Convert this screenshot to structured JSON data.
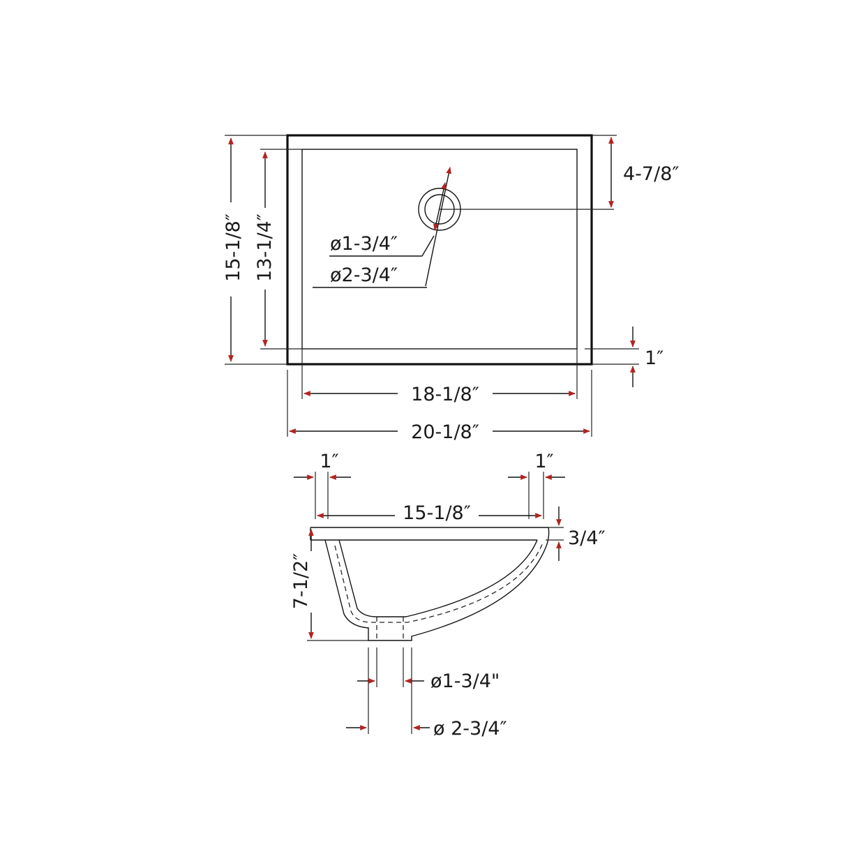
{
  "accent_color": "#b4231f",
  "top_view": {
    "overall_width": "20-1/8″",
    "basin_width": "18-1/8″",
    "overall_depth": "15-1/8″",
    "basin_depth": "13-1/4″",
    "drain_offset": "4-7/8″",
    "rim_front": "1″",
    "drain_inner_dia": "ø1-3/4″",
    "drain_outer_dia": "ø2-3/4″"
  },
  "section_view": {
    "rim_left": "1″",
    "rim_right": "1″",
    "top_opening": "15-1/8″",
    "rim_thickness": "3/4″",
    "bowl_depth": "7-1/2″",
    "outlet_inner_dia": "ø1-3/4\"",
    "outlet_outer_dia": "ø 2-3/4″"
  }
}
